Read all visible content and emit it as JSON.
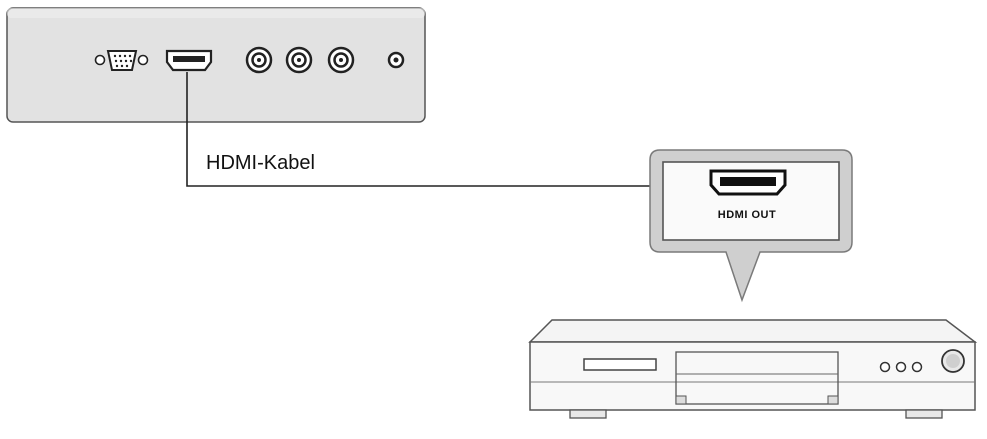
{
  "diagram": {
    "cable_label": "HDMI-Kabel",
    "callout_port_label": "HDMI OUT",
    "devices": {
      "source_panel": "tv-connector-panel",
      "target_device": "dvd-player"
    },
    "colors": {
      "panel_fill": "#e2e2e2",
      "panel_stroke": "#555555",
      "callout_fill": "#cfcfcf",
      "line": "#222222"
    }
  }
}
